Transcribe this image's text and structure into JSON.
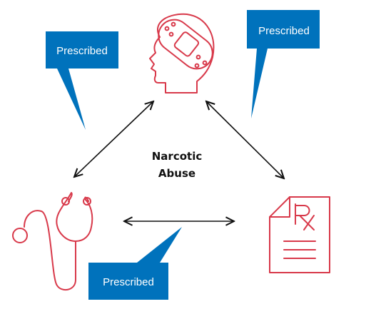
{
  "center": {
    "line1": "Narcotic",
    "line2": "Abuse"
  },
  "callouts": [
    {
      "label": "Prescribed"
    },
    {
      "label": "Prescribed"
    },
    {
      "label": "Prescribed"
    }
  ],
  "icons": {
    "patient": "head-with-bandage-icon",
    "doctor": "stethoscope-icon",
    "pharmacy": "prescription-rx-icon"
  },
  "colors": {
    "callout": "#0072bc",
    "icon": "#d8394a",
    "arrow": "#111111"
  }
}
